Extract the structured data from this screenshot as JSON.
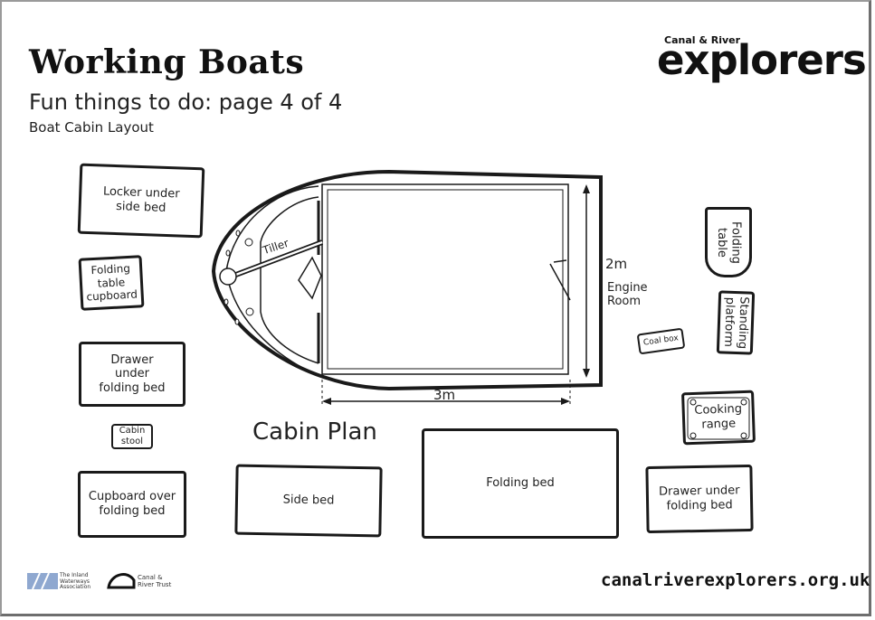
{
  "header": {
    "title": "Working Boats",
    "subtitle": "Fun things to do: page 4 of 4",
    "section": "Boat Cabin Layout"
  },
  "logo": {
    "small": "Canal & River",
    "big": "explorers"
  },
  "boat": {
    "tiller": "Tiller",
    "width_label": "2m",
    "length_label": "3m",
    "engine_room": "Engine\nRoom"
  },
  "plan_label": "Cabin Plan",
  "pieces": {
    "locker": "Locker under\nside bed",
    "folding_table_cupboard": "Folding\ntable\ncupboard",
    "drawer_under_folding_bed_left": "Drawer\nunder\nfolding bed",
    "cabin_stool": "Cabin\nstool",
    "cupboard_over_folding_bed": "Cupboard over\nfolding bed",
    "side_bed": "Side bed",
    "folding_bed": "Folding bed",
    "drawer_under_folding_bed_right": "Drawer under\nfolding bed",
    "folding_table": "Folding\ntable",
    "standing_platform": "Standing\nplatform",
    "coal_box": "Coal box",
    "cooking_range": "Cooking\nrange"
  },
  "footer": {
    "iwa": "The Inland\nWaterways\nAssociation",
    "crt": "Canal &\nRiver Trust",
    "url": "canalriverexplorers.org.uk"
  }
}
